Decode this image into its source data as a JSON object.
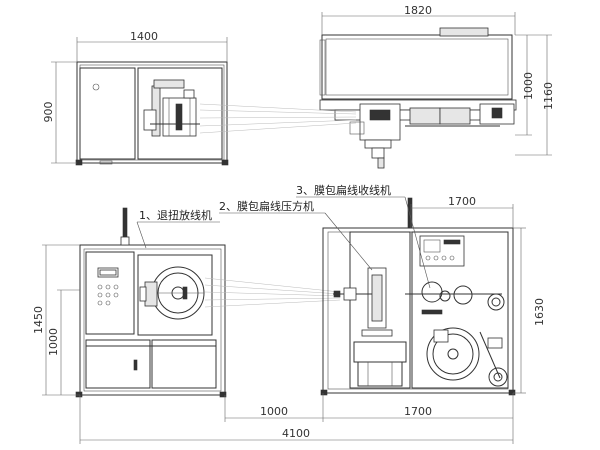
{
  "dimensions": {
    "top_width_left": "1400",
    "top_height_left": "900",
    "top_width_right": "1820",
    "top_height_right_inner": "1000",
    "top_height_right_outer": "1160",
    "bottom_height_left_outer": "1450",
    "bottom_height_left_inner": "1000",
    "bottom_width_right_top": "1700",
    "bottom_height_right": "1630",
    "bottom_width_gap": "1000",
    "bottom_width_right_bottom": "1700",
    "overall_width": "4100"
  },
  "labels": {
    "unwinder": "1、退扭放线机",
    "press": "2、膜包扁线压方机",
    "takeup": "3、膜包扁线收线机"
  },
  "colors": {
    "line": "#333333",
    "dimension": "#666666",
    "projection": "#bbbbbb"
  }
}
